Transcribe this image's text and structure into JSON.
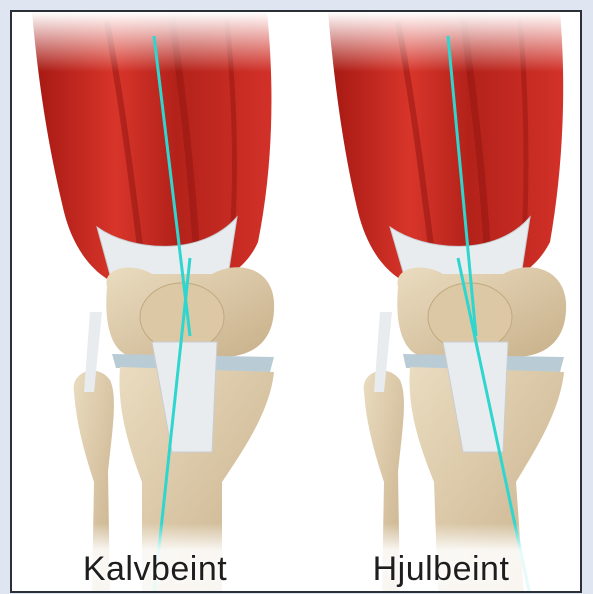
{
  "panels": [
    {
      "id": "left",
      "caption": "Kalvbeint"
    },
    {
      "id": "right",
      "caption": "Hjulbeint"
    }
  ],
  "colors": {
    "frame_border": "#2b2f36",
    "page_background": "#dfe6f2",
    "muscle_red": "#c8281f",
    "muscle_dark": "#8e1410",
    "tendon_white": "#e9ecef",
    "bone_beige": "#e2cfae",
    "meniscus_blue": "#b9ccd6",
    "axis_line": "#2fd6cf"
  }
}
